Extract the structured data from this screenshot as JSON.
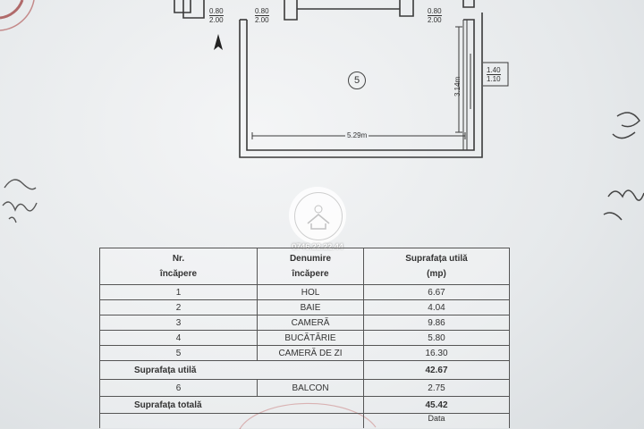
{
  "floor_plan": {
    "top_dims": [
      {
        "w": "0.80",
        "h": "2.00"
      },
      {
        "w": "0.80",
        "h": "2.00"
      },
      {
        "w": "0.80",
        "h": "2.00"
      }
    ],
    "room_number": "5",
    "room_width": "5.29m",
    "room_height": "3.14m",
    "window_dim": {
      "w": "1.40",
      "h": "1.10"
    }
  },
  "logo": {
    "phone": "0746.22.22.44"
  },
  "table": {
    "headers": {
      "nr": [
        "Nr.",
        "încăpere"
      ],
      "name": [
        "Denumire",
        "încăpere"
      ],
      "area": [
        "Suprafața utilă",
        "(mp)"
      ]
    },
    "rows": [
      {
        "nr": "1",
        "name": "HOL",
        "area": "6.67"
      },
      {
        "nr": "2",
        "name": "BAIE",
        "area": "4.04"
      },
      {
        "nr": "3",
        "name": "CAMERĂ",
        "area": "9.86"
      },
      {
        "nr": "4",
        "name": "BUCĂTĂRIE",
        "area": "5.80"
      },
      {
        "nr": "5",
        "name": "CAMERĂ DE ZI",
        "area": "16.30"
      }
    ],
    "useful_label": "Suprafața utilă",
    "useful_value": "42.67",
    "balcony": {
      "nr": "6",
      "name": "BALCON",
      "area": "2.75"
    },
    "total_label": "Suprafața totală",
    "total_value": "45.42",
    "partial_cell": "Data"
  }
}
